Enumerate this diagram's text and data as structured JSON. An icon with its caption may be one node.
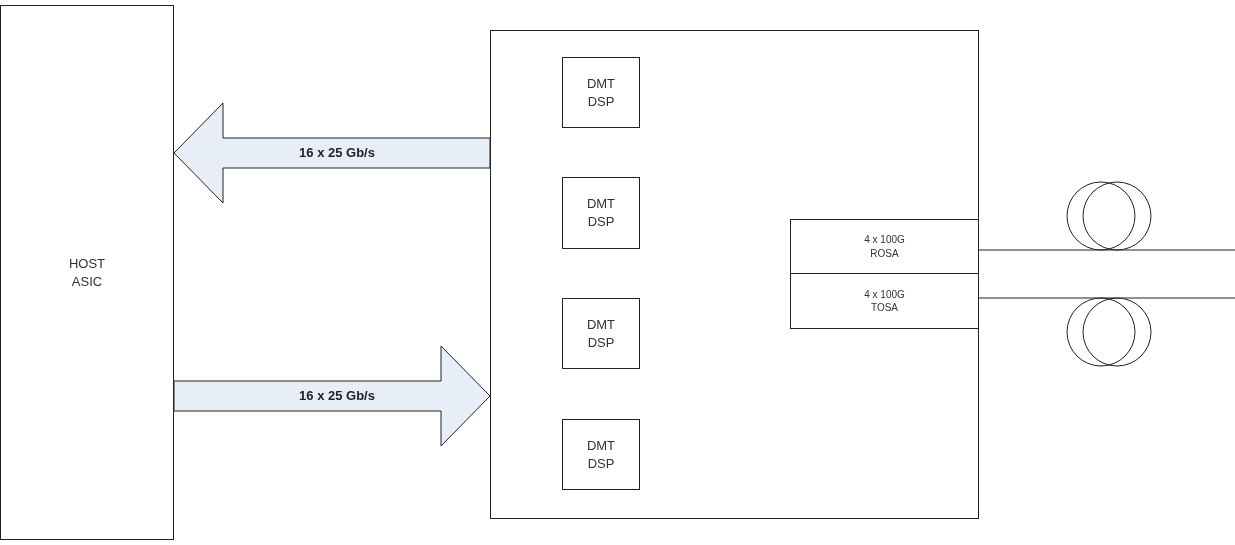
{
  "diagram": {
    "nodes": [
      {
        "text": [
          "HOST ASIC"
        ]
      },
      {
        "text": [],
        "shape": "box"
      },
      {
        "text": [
          "DMT DSP"
        ],
        "in": 1
      },
      {
        "text": [
          "DMT DSP"
        ],
        "in": 1
      },
      {
        "text": [
          "DMT DSP"
        ],
        "in": 1
      },
      {
        "text": [
          "DMT DSP"
        ],
        "in": 1
      },
      {
        "text": [
          "4 x 100G ROSA"
        ],
        "in": 1
      },
      {
        "text": [
          "4 x 100G TOSA"
        ],
        "in": 1
      }
    ],
    "edges": [
      {
        "from": 1,
        "to": 0,
        "arrow": "to",
        "label": "16 x 25 Gb/s",
        "style": "thick"
      },
      {
        "from": 0,
        "to": 1,
        "arrow": "to",
        "label": "16 x 25 Gb/s",
        "style": "thick"
      },
      {
        "from": 6,
        "to": null,
        "arrow": "none"
      },
      {
        "from": 7,
        "to": null,
        "arrow": "none"
      }
    ]
  }
}
